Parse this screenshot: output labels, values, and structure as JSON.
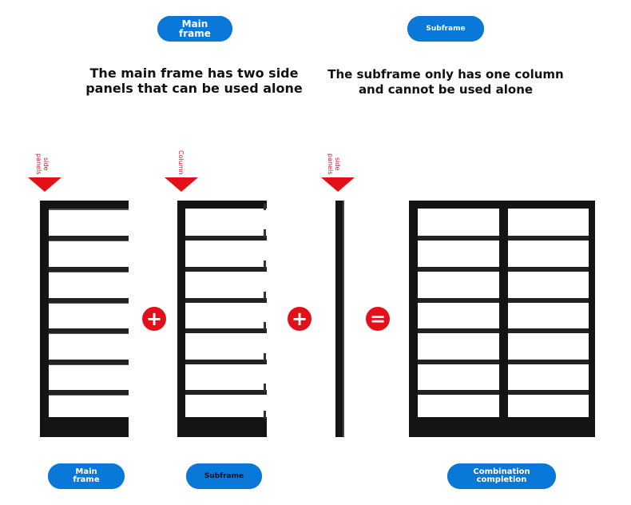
{
  "top_badges": {
    "main_frame": "Main frame",
    "subframe": "Subframe"
  },
  "captions": {
    "main_frame": "The main frame has two side panels that can be used alone",
    "subframe": "The subframe only has one column and cannot be used alone"
  },
  "part_labels": {
    "main_side_panels": "side panels",
    "sub_column": "Column",
    "single_side_panels": "side panels"
  },
  "operators": {
    "plus_1": "+",
    "plus_2": "+",
    "equals": "="
  },
  "bottom_badges": {
    "main_frame": "Main frame",
    "subframe": "Subframe",
    "combination": "Combination completion"
  },
  "colors": {
    "badge_blue": "#0a78d8",
    "accent_red": "#e3101a",
    "frame_black": "#141414"
  },
  "icons": {
    "down_arrow": "down-arrow-icon",
    "plus": "plus-icon",
    "equals": "equals-icon"
  }
}
